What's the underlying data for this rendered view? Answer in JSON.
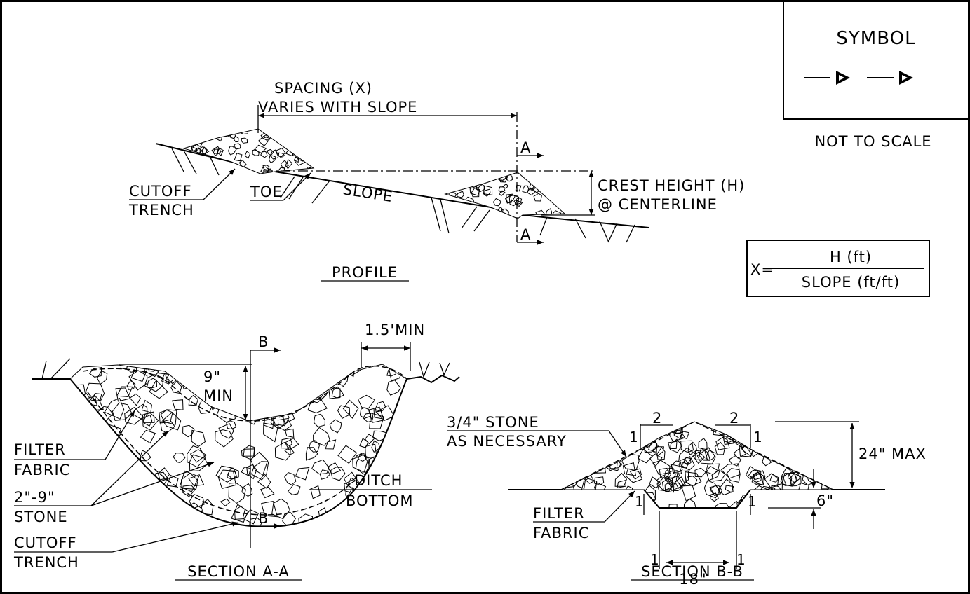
{
  "symbol_box": {
    "title": "SYMBOL"
  },
  "scale_note": "NOT TO SCALE",
  "profile": {
    "spacing_line1": "SPACING (X)",
    "spacing_line2": "VARIES WITH SLOPE",
    "section_marker": "A",
    "crest_line1": "CREST HEIGHT  (H)",
    "crest_line2": "@ CENTERLINE",
    "cutoff_line1": "CUTOFF",
    "cutoff_line2": "TRENCH",
    "toe_label": "TOE",
    "slope_label": "SLOPE",
    "title": "PROFILE"
  },
  "formula": {
    "lhs": "X=",
    "numerator": "H (ft)",
    "denominator": "SLOPE (ft/ft)"
  },
  "section_aa": {
    "section_marker": "B",
    "dim_top": "1.5'MIN",
    "dim_depth_line1": "9\"",
    "dim_depth_line2": "MIN",
    "filter_line1": "FILTER",
    "filter_line2": "FABRIC",
    "stone_line1": "2\"-9\"",
    "stone_line2": "STONE",
    "cutoff_line1": "CUTOFF",
    "cutoff_line2": "TRENCH",
    "ditch_line1": "DITCH",
    "ditch_line2": "BOTTOM",
    "title": "SECTION A-A"
  },
  "section_bb": {
    "stone_line1": "3/4\" STONE",
    "stone_line2": "AS NECESSARY",
    "slope_ratio_left": "2",
    "slope_ratio_right": "2",
    "slope_one_left": "1",
    "slope_one_right": "1",
    "trench_one_a": "1",
    "trench_one_b": "1",
    "trench_one_c": "1",
    "trench_one_d": "1",
    "height_max": "24\"  MAX",
    "trench_depth": "6\"",
    "trench_width": "18\"",
    "filter_line1": "FILTER",
    "filter_line2": "FABRIC",
    "title": "SECTION B-B"
  }
}
